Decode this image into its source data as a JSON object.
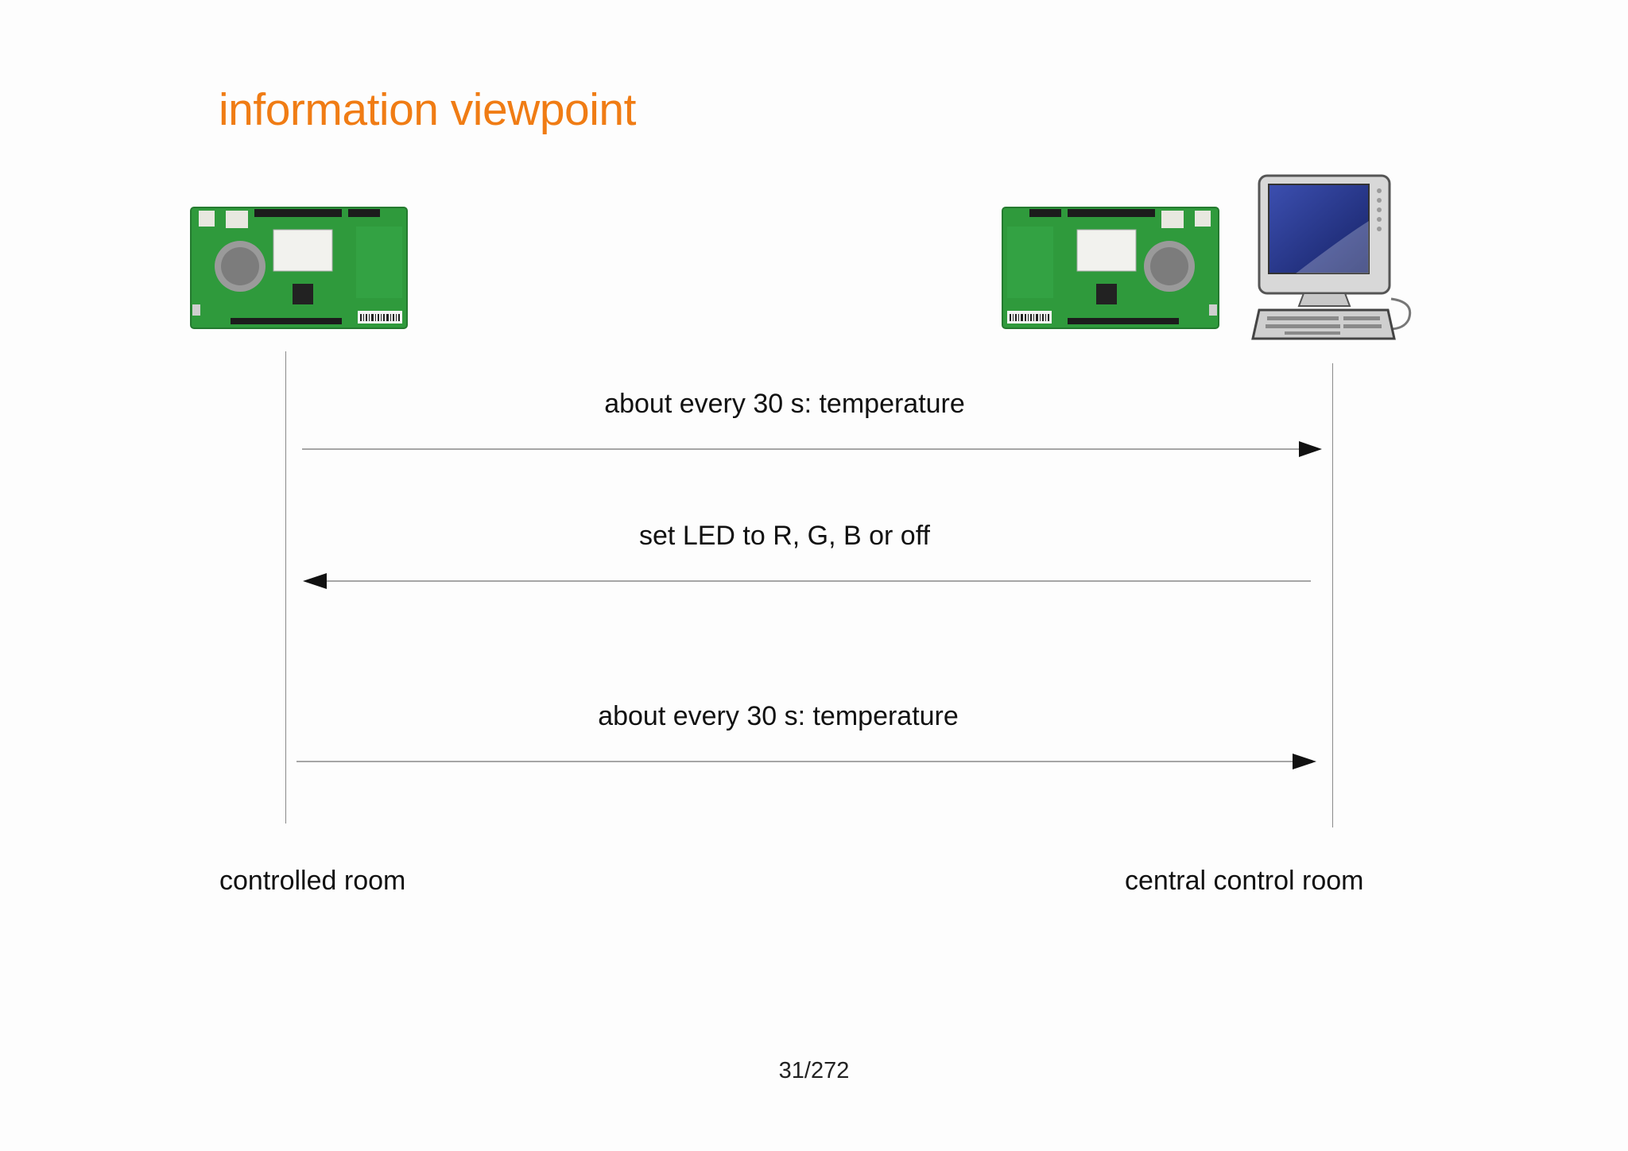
{
  "title": "information viewpoint",
  "messages": [
    {
      "label": "about every 30 s: temperature",
      "from": "controlled room",
      "to": "central control room"
    },
    {
      "label": "set LED to R, G, B or off",
      "from": "central control room",
      "to": "controlled room"
    },
    {
      "label": "about every 30 s: temperature",
      "from": "controlled room",
      "to": "central control room"
    }
  ],
  "actors": {
    "left": {
      "label": "controlled room",
      "icon": "circuit-board-icon"
    },
    "right": {
      "label": "central control room",
      "icons": [
        "circuit-board-icon",
        "computer-icon"
      ]
    }
  },
  "colors": {
    "title": "#f07c14",
    "board": "#2f9a3c",
    "screen": "#1f2f8a"
  },
  "page_number": "31/272"
}
